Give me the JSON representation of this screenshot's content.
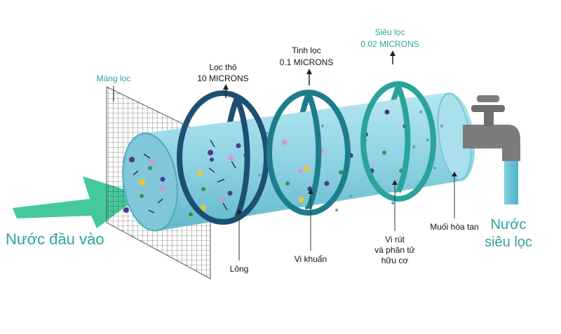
{
  "labels": {
    "mesh": "Màng lọc",
    "coarse_title": "Lọc thô",
    "coarse_size": "10 MICRONS",
    "fine_title": "Tinh lọc",
    "fine_size": "0.1 MICRONS",
    "ultra_title": "Siêu lọc",
    "ultra_size": "0.02 MICRONS",
    "input_water": "Nước đầu vào",
    "output_line1": "Nước",
    "output_line2": "siêu lọc",
    "hair": "Lông",
    "bacteria": "Vi khuẩn",
    "virus_line1": "Vi rút",
    "virus_line2": "và phân tử",
    "virus_line3": "hữu cơ",
    "salt": "Muối hòa tan"
  },
  "colors": {
    "water": "#8fd3e3",
    "water_dark": "#5fb9cf",
    "ring_coarse": "#1d4f73",
    "ring_fine": "#1d7d8c",
    "ring_ultra": "#2aa39a",
    "accent_text": "#2aa3a0",
    "arrow": "#45c99a",
    "tap": "#7c7c7c"
  }
}
